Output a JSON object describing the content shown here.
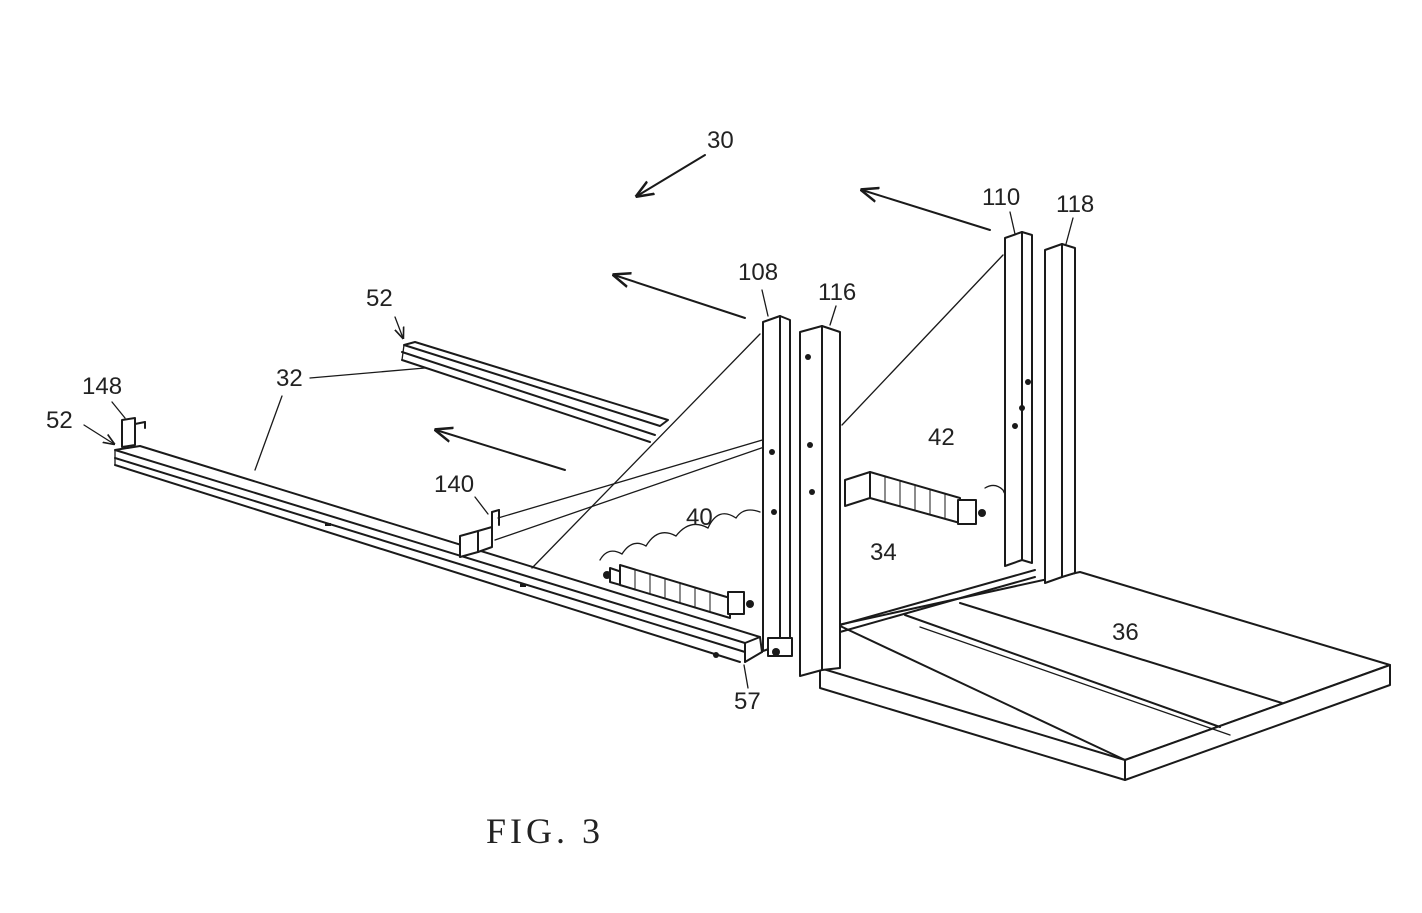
{
  "figure": {
    "caption": "FIG. 3",
    "reference_numerals": {
      "assembly": "30",
      "rail_label": "32",
      "rail_end_upper": "52",
      "rail_end_lower": "52",
      "bracket_148": "148",
      "bracket_140": "140",
      "actuator_left": "40",
      "actuator_right": "42",
      "frame": "34",
      "platform": "36",
      "post_108": "108",
      "post_116": "116",
      "post_110": "110",
      "post_118": "118",
      "roller_57": "57"
    }
  }
}
